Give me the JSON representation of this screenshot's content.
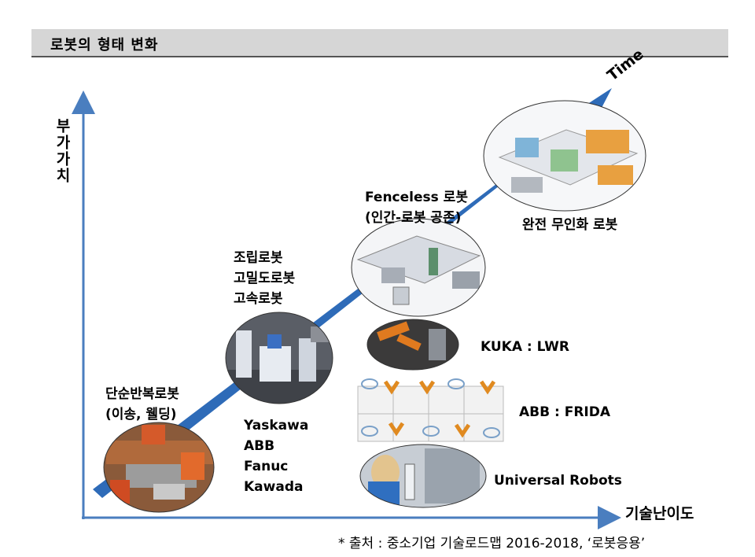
{
  "header": {
    "title": "로봇의 형태 변화"
  },
  "axes": {
    "y_label": "부가가치",
    "x_label": "기술난이도",
    "time_label": "Time"
  },
  "stages": {
    "stage1": {
      "title_line1": "단순반복로봇",
      "title_line2": "(이송, 웰딩)"
    },
    "stage2": {
      "title_line1": "조립로봇",
      "title_line2": "고밀도로봇",
      "title_line3": "고속로봇",
      "vendors": [
        "Yaskawa",
        "ABB",
        "Fanuc",
        "Kawada"
      ]
    },
    "stage3": {
      "title_line1": "Fenceless 로봇",
      "title_line2": "(인간-로봇 공존)"
    },
    "stage4": {
      "title": "완전 무인화 로봇"
    }
  },
  "cobots": {
    "kuka": "KUKA : LWR",
    "abb": "ABB : FRIDA",
    "ur": "Universal Robots"
  },
  "source": "* 출처 : 중소기업 기술로드맵 2016-2018, ‘로봇응용’",
  "colors": {
    "arrow": "#2e6bb8",
    "axis": "#4a7ebf",
    "header_bg": "#d6d6d6"
  }
}
